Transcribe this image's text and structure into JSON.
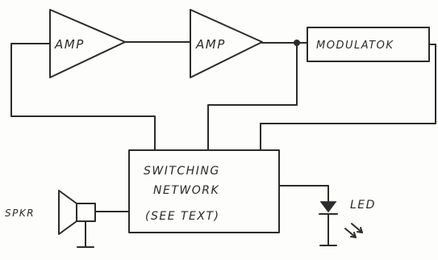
{
  "blocks": {
    "amp1": "AMP",
    "amp2": "AMP",
    "modulator": "MODULATOK",
    "switching_line1": "SWITCHING",
    "switching_line2": "NETWORK",
    "switching_line3": "(SEE TEXT)"
  },
  "components": {
    "speaker": "SPKR",
    "led": "LED"
  }
}
